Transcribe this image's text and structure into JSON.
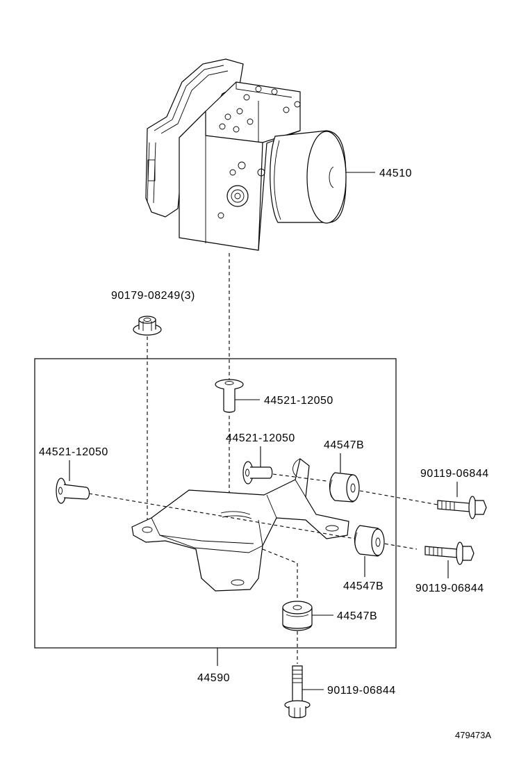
{
  "labels": {
    "abs_actuator": "44510",
    "flange_nut": "90179-08249(3)",
    "collar_top": "44521-12050",
    "collar_mid": "44521-12050",
    "collar_left": "44521-12050",
    "cushion_upper": "44547B",
    "cushion_right": "44547B",
    "cushion_bottom": "44547B",
    "bolt_upper": "90119-06844",
    "bolt_right": "90119-06844",
    "bolt_bottom": "90119-06844",
    "bracket_assembly": "44590"
  },
  "reference_id": "479473A"
}
